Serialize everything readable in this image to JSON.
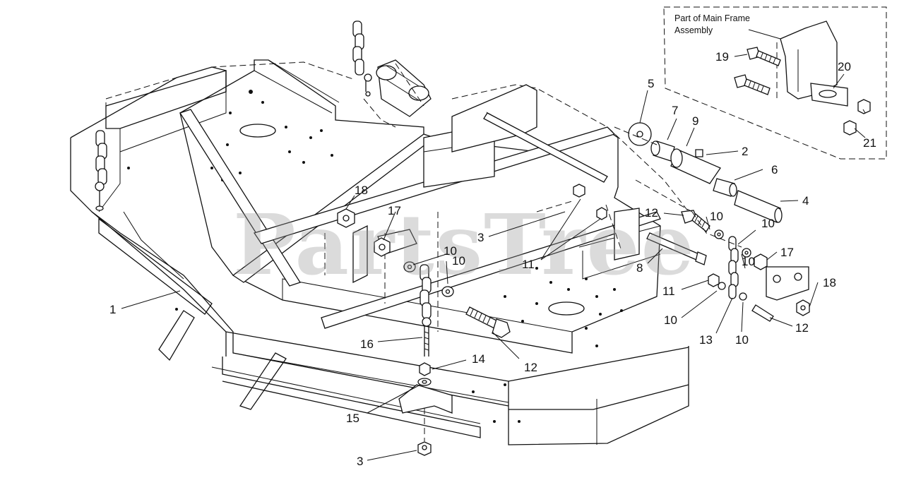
{
  "diagram": {
    "inset_label_line1": "Part of Main Frame",
    "inset_label_line2": "Assembly",
    "watermark": "PartsTree",
    "callouts": [
      {
        "id": "c1",
        "text": "1"
      },
      {
        "id": "c2",
        "text": "2"
      },
      {
        "id": "c3a",
        "text": "3"
      },
      {
        "id": "c3b",
        "text": "3"
      },
      {
        "id": "c4",
        "text": "4"
      },
      {
        "id": "c5",
        "text": "5"
      },
      {
        "id": "c6",
        "text": "6"
      },
      {
        "id": "c7",
        "text": "7"
      },
      {
        "id": "c8",
        "text": "8"
      },
      {
        "id": "c9",
        "text": "9"
      },
      {
        "id": "c10a",
        "text": "10"
      },
      {
        "id": "c10b",
        "text": "10"
      },
      {
        "id": "c10c",
        "text": "10"
      },
      {
        "id": "c10d",
        "text": "10"
      },
      {
        "id": "c10e",
        "text": "10"
      },
      {
        "id": "c10f",
        "text": "10"
      },
      {
        "id": "c10g",
        "text": "10"
      },
      {
        "id": "c11a",
        "text": "11"
      },
      {
        "id": "c11b",
        "text": "11"
      },
      {
        "id": "c12a",
        "text": "12"
      },
      {
        "id": "c12b",
        "text": "12"
      },
      {
        "id": "c12c",
        "text": "12"
      },
      {
        "id": "c13",
        "text": "13"
      },
      {
        "id": "c14",
        "text": "14"
      },
      {
        "id": "c15",
        "text": "15"
      },
      {
        "id": "c16",
        "text": "16"
      },
      {
        "id": "c17a",
        "text": "17"
      },
      {
        "id": "c17b",
        "text": "17"
      },
      {
        "id": "c18a",
        "text": "18"
      },
      {
        "id": "c18b",
        "text": "18"
      },
      {
        "id": "c19",
        "text": "19"
      },
      {
        "id": "c20",
        "text": "20"
      },
      {
        "id": "c21",
        "text": "21"
      }
    ]
  }
}
